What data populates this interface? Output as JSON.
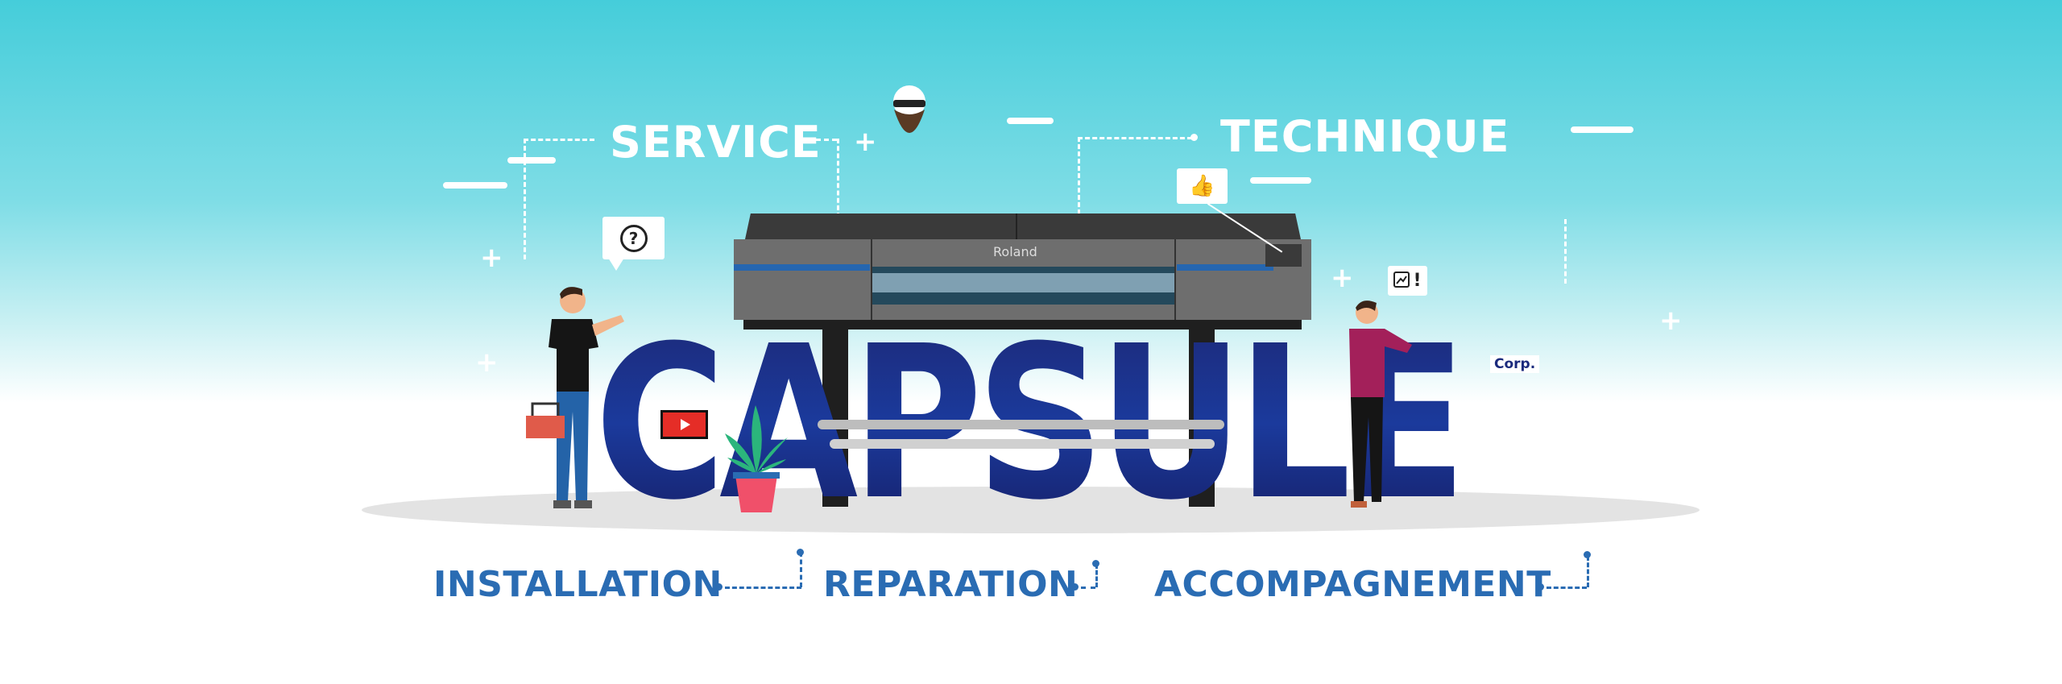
{
  "headline": {
    "left": "SERVICE",
    "right": "TECHNIQUE"
  },
  "brand": {
    "word": "CAPSULE",
    "suffix": "Corp.",
    "printer_logo": "Roland"
  },
  "services": [
    "INSTALLATION",
    "REPARATION",
    "ACCOMPAGNEMENT"
  ],
  "bubbles": {
    "question": "?",
    "alert": "!"
  },
  "icons": {
    "question_bubble": "question-mark-icon",
    "thumbs_bubble": "thumbs-up-icon",
    "chart_bubble": "trend-chart-icon",
    "video": "youtube-play-icon",
    "mascot": "bearded-sunglasses-icon"
  },
  "colors": {
    "accent_blue": "#2a6cb3",
    "brand_navy": "#1b2a7c",
    "sky": "#45cdda"
  }
}
